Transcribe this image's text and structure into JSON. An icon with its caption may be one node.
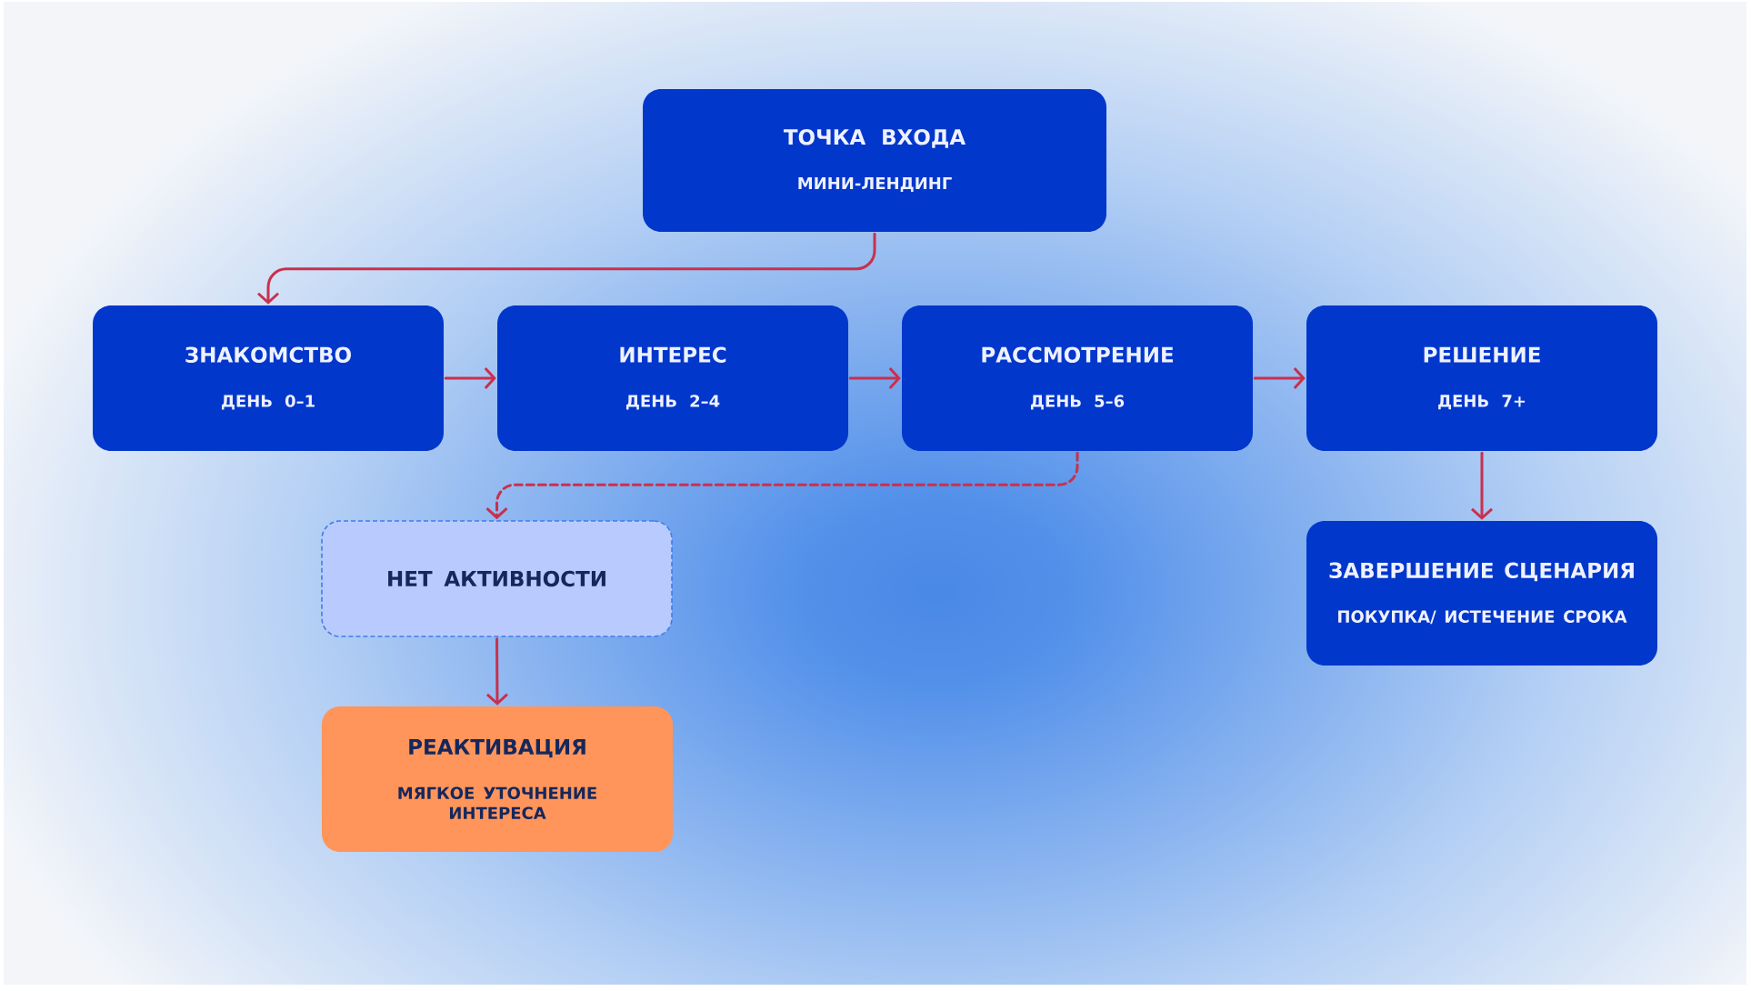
{
  "diagram": {
    "nodes": [
      {
        "text": [
          "ТОЧКА ВХОДА",
          "МИНИ-ЛЕНДИНГ"
        ]
      },
      {
        "text": [
          "ЗНАКОМСТВО",
          "ДЕНЬ 0–1"
        ]
      },
      {
        "text": [
          "ИНТЕРЕС",
          "ДЕНЬ 2–4"
        ]
      },
      {
        "text": [
          "РАССМОТРЕНИЕ",
          "ДЕНЬ 5–6"
        ]
      },
      {
        "text": [
          "РЕШЕНИЕ",
          "ДЕНЬ 7+"
        ]
      },
      {
        "text": [
          "НЕТ АКТИВНОСТИ"
        ]
      },
      {
        "text": [
          "ЗАВЕРШЕНИЕ СЦЕНАРИЯ",
          "ПОКУПКА/ ИСТЕЧЕНИЕ СРОКА"
        ]
      },
      {
        "text": [
          "РЕАКТИВАЦИЯ",
          "МЯГКОЕ УТОЧНЕНИЕ ИНТЕРЕСА"
        ]
      }
    ],
    "edges": [
      {
        "from": 0,
        "to": 1,
        "arrow": "to"
      },
      {
        "from": 1,
        "to": 2,
        "arrow": "to"
      },
      {
        "from": 2,
        "to": 3,
        "arrow": "to"
      },
      {
        "from": 3,
        "to": 4,
        "arrow": "to"
      },
      {
        "from": 3,
        "to": 5,
        "arrow": "to",
        "style": "dashed"
      },
      {
        "from": 4,
        "to": 6,
        "arrow": "to"
      },
      {
        "from": 5,
        "to": 7,
        "arrow": "to"
      }
    ]
  }
}
